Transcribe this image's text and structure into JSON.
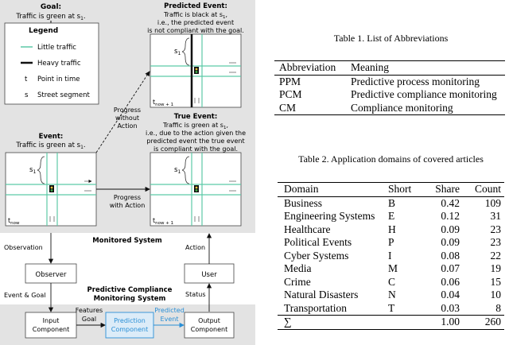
{
  "figure": {
    "goal_title": "Goal:",
    "goal_text": "Traffic is green at s",
    "goal_sub": "1",
    "goal_end": ".",
    "legend": {
      "title": "Legend",
      "items": [
        "Little traffic",
        "Heavy traffic",
        "Point in time",
        "Street segment"
      ],
      "symbols": [
        "t",
        "s"
      ]
    },
    "event": {
      "title": "Event:",
      "text": "Traffic is green at s",
      "sub": "1",
      "end": "."
    },
    "predicted_event": {
      "title": "Predicted Event:",
      "line1": "Traffic is black at s",
      "line1_sub": "1",
      "line1_end": ",",
      "line2": "i.e., the predicted event",
      "line3": "is not compliant with the goal."
    },
    "true_event": {
      "title": "True Event:",
      "line1": "Traffic is green at s",
      "line1_sub": "1",
      "line1_end": ",",
      "line2": "i.e., due to the action given the",
      "line3": "predicted event the true event",
      "line4": "is compliant with the goal."
    },
    "progress_without": [
      "Progress",
      "without",
      "Action"
    ],
    "progress_with": [
      "Progress",
      "with Action"
    ],
    "scene_labels": {
      "s": "s",
      "s_sub": "1",
      "t": "t",
      "now": "now",
      "now1": "now + 1"
    },
    "monitored_system": "Monitored System",
    "observation": "Observation",
    "action": "Action",
    "observer": "Observer",
    "user": "User",
    "event_goal": "Event  & Goal",
    "status": "Status",
    "pcms_title": [
      "Predictive Compliance",
      "Monitoring System"
    ],
    "features": "Features",
    "goal_lbl": "Goal",
    "input_component": [
      "Input",
      "Component"
    ],
    "prediction_component": [
      "Prediction",
      "Component"
    ],
    "predicted_event_flow": [
      "Predicted",
      "Event"
    ],
    "output_component": [
      "Output",
      "Component"
    ],
    "colors": {
      "panel": "#e3e3e3",
      "green": "#5cc9a7",
      "blue": "#2a8fd6",
      "light_blue": "#dcecf8"
    }
  },
  "table1": {
    "caption": "Table 1.  List of Abbreviations",
    "headers": [
      "Abbreviation",
      "Meaning"
    ],
    "rows": [
      [
        "PPM",
        "Predictive process monitoring"
      ],
      [
        "PCM",
        "Predictive compliance monitoring"
      ],
      [
        "CM",
        "Compliance monitoring"
      ]
    ]
  },
  "table2": {
    "caption": "Table 2.  Application domains of covered articles",
    "headers": [
      "Domain",
      "Short",
      "Share",
      "Count"
    ],
    "rows": [
      [
        "Business",
        "B",
        "0.42",
        "109"
      ],
      [
        "Engineering Systems",
        "E",
        "0.12",
        "31"
      ],
      [
        "Healthcare",
        "H",
        "0.09",
        "23"
      ],
      [
        "Political Events",
        "P",
        "0.09",
        "23"
      ],
      [
        "Cyber Systems",
        "I",
        "0.08",
        "22"
      ],
      [
        "Media",
        "M",
        "0.07",
        "19"
      ],
      [
        "Crime",
        "C",
        "0.06",
        "15"
      ],
      [
        "Natural Disasters",
        "N",
        "0.04",
        "10"
      ],
      [
        "Transportation",
        "T",
        "0.03",
        "8"
      ]
    ],
    "total": [
      "∑",
      "",
      "1.00",
      "260"
    ]
  }
}
